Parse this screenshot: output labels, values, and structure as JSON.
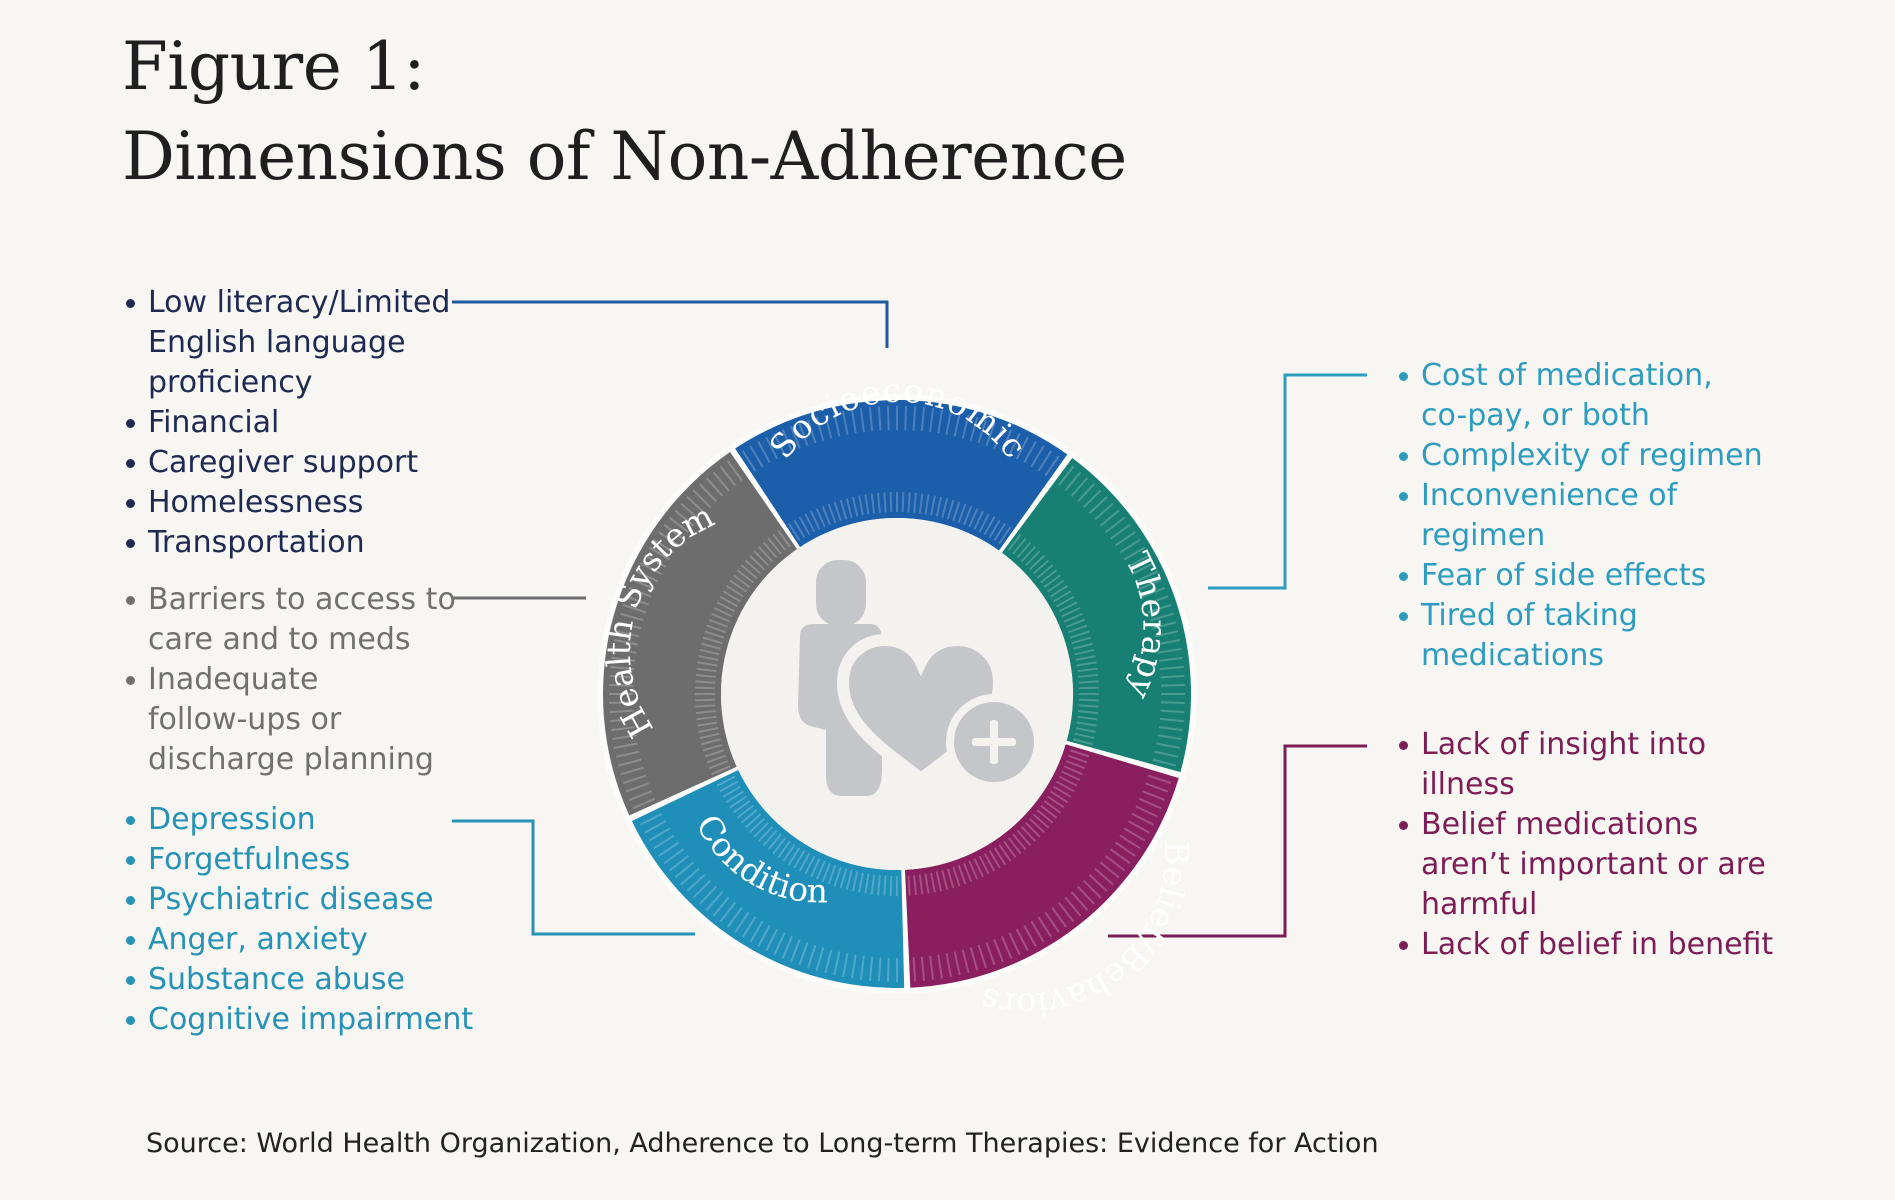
{
  "title": {
    "line1": "Figure 1:",
    "line2": "Dimensions of Non-Adherence"
  },
  "segments": {
    "socioeconomic": "Socioeconomic",
    "therapy": "Therapy",
    "belief": "Belief/Behaviors",
    "condition": "Condition",
    "health": "Health System"
  },
  "lists": {
    "socioeconomic": [
      "Low literacy/Limited",
      "English language",
      "proficiency",
      "Financial",
      "Caregiver support",
      "Homelessness",
      "Transportation"
    ],
    "health": [
      "Barriers to access to",
      "care and to meds",
      "Inadequate",
      "follow-ups or",
      "discharge planning"
    ],
    "condition": [
      "Depression",
      "Forgetfulness",
      "Psychiatric disease",
      "Anger, anxiety",
      "Substance abuse",
      "Cognitive impairment"
    ],
    "therapy": [
      "Cost of medication,",
      "co-pay, or both",
      "Complexity of regimen",
      "Inconvenience of",
      "regimen",
      "Fear of side effects",
      "Tired of taking",
      "medications"
    ],
    "belief": [
      "Lack of insight into",
      "illness",
      "Belief medications",
      "aren’t important or are",
      "harmful",
      "Lack of belief in benefit"
    ]
  },
  "source": "Source: World Health Organization, Adherence to Long-term Therapies: Evidence for Action",
  "colors": {
    "socioeconomic": "#1b5ea9",
    "therapy": "#177f74",
    "belief": "#8a1f5f",
    "condition": "#1f8fba",
    "health": "#6d6d6d",
    "icon": "#c5c6ca",
    "background": "#f7f6f2"
  },
  "icons": [
    "person-icon",
    "heart-icon",
    "plus-icon"
  ]
}
